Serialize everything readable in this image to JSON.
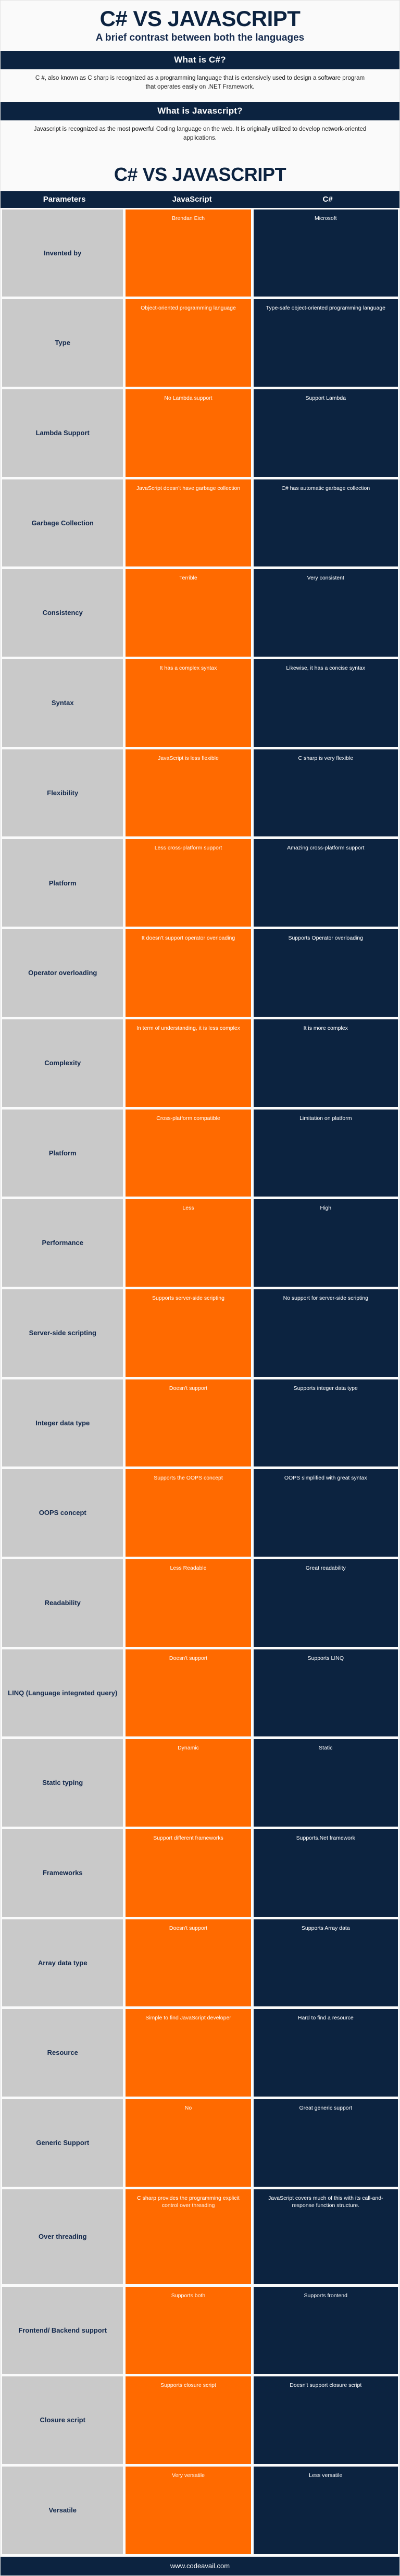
{
  "hero": {
    "title": "C# VS JAVASCRIPT",
    "subtitle": "A brief contrast between both the languages"
  },
  "sections": [
    {
      "heading": "What is C#?",
      "paragraph": "C #, also known as C sharp is recognized as a programming language that is extensively used to design a software program that operates easily on .NET Framework."
    },
    {
      "heading": "What is Javascript?",
      "paragraph": "Javascript is recognized as the most powerful Coding language on the web. It is originally utilized to develop network-oriented applications."
    }
  ],
  "table": {
    "title": "C# VS JAVASCRIPT",
    "headers": {
      "parameters": "Parameters",
      "javascript": "JavaScript",
      "csharp": "C#"
    },
    "rows": [
      {
        "parameter": "Invented by",
        "javascript": "Brendan Eich",
        "csharp": "Microsoft"
      },
      {
        "parameter": "Type",
        "javascript": "Object-oriented programming language",
        "csharp": "Type-safe object-oriented programming language"
      },
      {
        "parameter": "Lambda Support",
        "javascript": "No Lambda support",
        "csharp": "Support Lambda"
      },
      {
        "parameter": "Garbage Collection",
        "javascript": "JavaScript doesn't have garbage collection",
        "csharp": "C# has automatic garbage collection"
      },
      {
        "parameter": "Consistency",
        "javascript": "Terrible",
        "csharp": "Very consistent"
      },
      {
        "parameter": "Syntax",
        "javascript": "It has a complex syntax",
        "csharp": "Likewise, it has a concise syntax"
      },
      {
        "parameter": "Flexibility",
        "javascript": "JavaScript is less flexible",
        "csharp": "C sharp is very flexible"
      },
      {
        "parameter": "Platform",
        "javascript": "Less cross-platform support",
        "csharp": "Amazing cross-platform support"
      },
      {
        "parameter": "Operator overloading",
        "javascript": "It doesn't support operator overloading",
        "csharp": "Supports Operator overloading"
      },
      {
        "parameter": "Complexity",
        "javascript": "In term of understanding, it is less complex",
        "csharp": "It is more complex"
      },
      {
        "parameter": "Platform",
        "javascript": "Cross-platform compatible",
        "csharp": "Limitation on platform"
      },
      {
        "parameter": "Performance",
        "javascript": "Less",
        "csharp": "High"
      },
      {
        "parameter": "Server-side scripting",
        "javascript": "Supports server-side scripting",
        "csharp": "No support for server-side scripting"
      },
      {
        "parameter": "Integer data type",
        "javascript": "Doesn't support",
        "csharp": "Supports integer data type"
      },
      {
        "parameter": "OOPS concept",
        "javascript": "Supports the OOPS concept",
        "csharp": "OOPS simplified with great syntax"
      },
      {
        "parameter": "Readability",
        "javascript": "Less Readable",
        "csharp": "Great readability"
      },
      {
        "parameter": "LINQ (Language integrated query)",
        "javascript": "Doesn't support",
        "csharp": "Supports LINQ"
      },
      {
        "parameter": "Static typing",
        "javascript": "Dynamic",
        "csharp": "Static"
      },
      {
        "parameter": "Frameworks",
        "javascript": "Support different frameworks",
        "csharp": "Supports.Net framework"
      },
      {
        "parameter": "Array data type",
        "javascript": "Doesn't support",
        "csharp": "Supports Array data"
      },
      {
        "parameter": "Resource",
        "javascript": "Simple to find JavaScript developer",
        "csharp": "Hard to find a resource"
      },
      {
        "parameter": "Generic Support",
        "javascript": "No",
        "csharp": "Great generic support"
      },
      {
        "parameter": "Over threading",
        "javascript": "C sharp provides the programming explicit control over threading",
        "csharp": "JavaScript covers much of this with its call-and-response function structure."
      },
      {
        "parameter": "Frontend/ Backend support",
        "javascript": "Supports both",
        "csharp": "Supports frontend"
      },
      {
        "parameter": "Closure script",
        "javascript": "Supports closure script",
        "csharp": "Doesn't support closure script"
      },
      {
        "parameter": "Versatile",
        "javascript": "Very versatile",
        "csharp": "Less versatile"
      }
    ]
  },
  "footer": {
    "website": "www.codeavail.com"
  },
  "colors": {
    "navy": "#0c2340",
    "orange": "#ff6a00",
    "gray": "#c9c9c9",
    "background": "#fafafa"
  }
}
